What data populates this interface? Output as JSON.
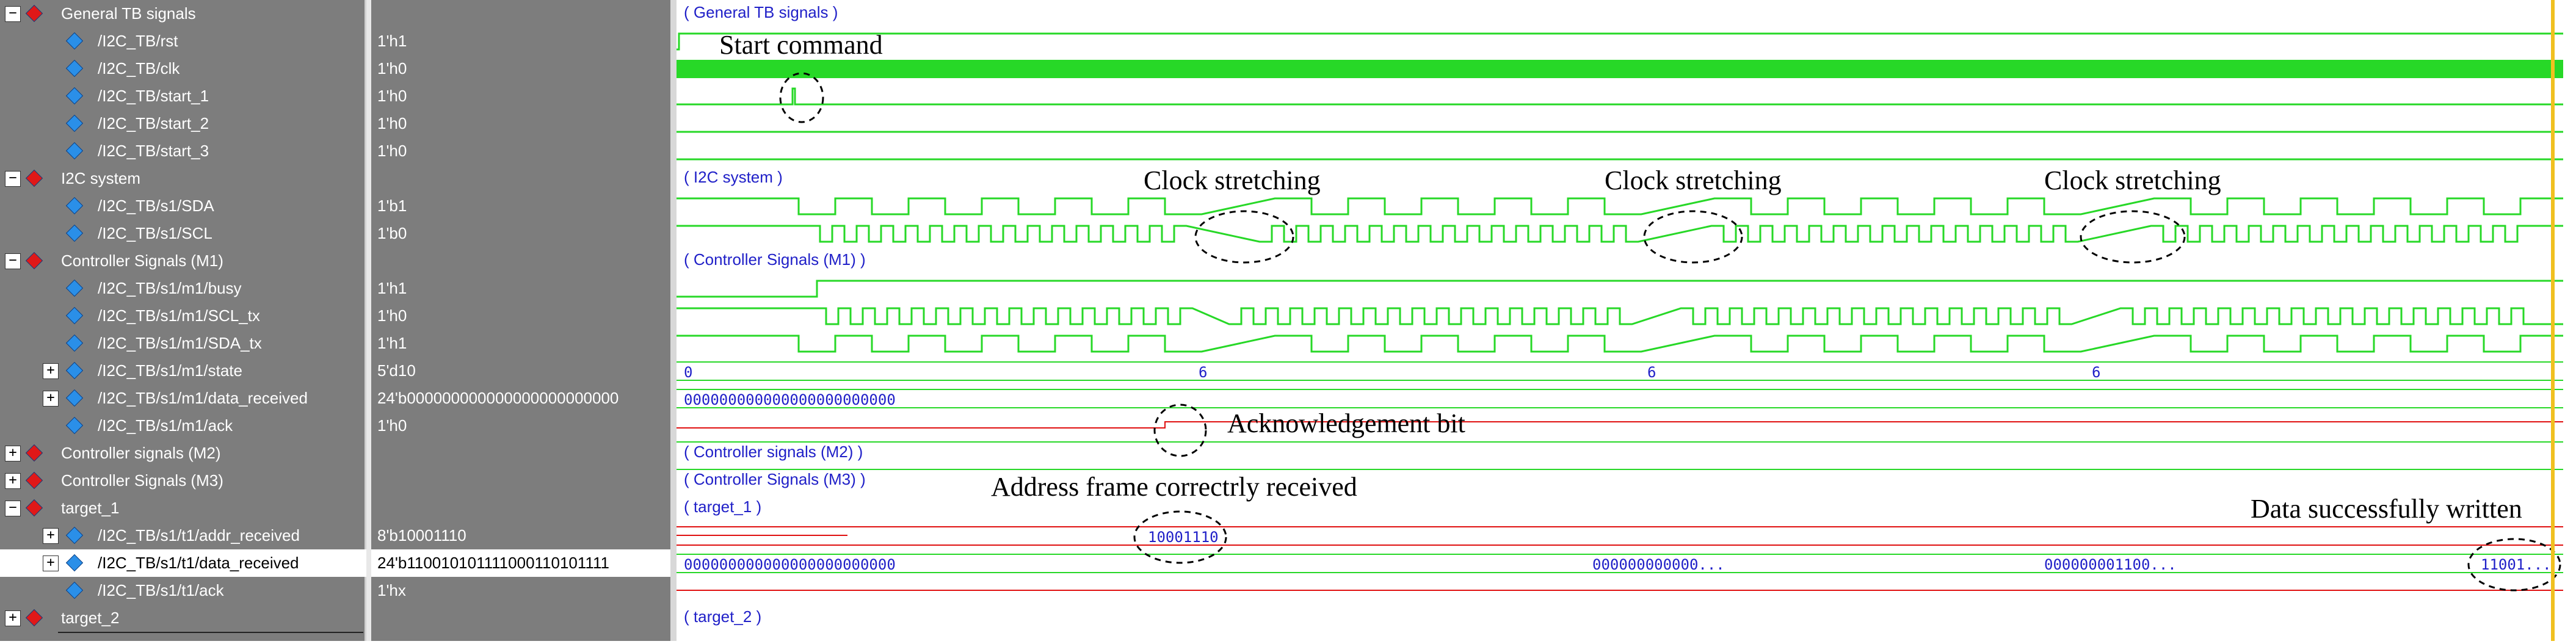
{
  "signals": [
    {
      "name": "General TB signals",
      "value": "",
      "kind": "group",
      "expand": "-"
    },
    {
      "name": "/I2C_TB/rst",
      "value": "1'h1",
      "kind": "sig"
    },
    {
      "name": "/I2C_TB/clk",
      "value": "1'h0",
      "kind": "sig"
    },
    {
      "name": "/I2C_TB/start_1",
      "value": "1'h0",
      "kind": "sig"
    },
    {
      "name": "/I2C_TB/start_2",
      "value": "1'h0",
      "kind": "sig"
    },
    {
      "name": "/I2C_TB/start_3",
      "value": "1'h0",
      "kind": "sig"
    },
    {
      "name": "I2C system",
      "value": "",
      "kind": "group",
      "expand": "-"
    },
    {
      "name": "/I2C_TB/s1/SDA",
      "value": "1'b1",
      "kind": "sig"
    },
    {
      "name": "/I2C_TB/s1/SCL",
      "value": "1'b0",
      "kind": "sig"
    },
    {
      "name": "Controller Signals (M1)",
      "value": "",
      "kind": "group",
      "expand": "-"
    },
    {
      "name": "/I2C_TB/s1/m1/busy",
      "value": "1'h1",
      "kind": "sig"
    },
    {
      "name": "/I2C_TB/s1/m1/SCL_tx",
      "value": "1'h0",
      "kind": "sig"
    },
    {
      "name": "/I2C_TB/s1/m1/SDA_tx",
      "value": "1'h1",
      "kind": "sig"
    },
    {
      "name": "/I2C_TB/s1/m1/state",
      "value": "5'd10",
      "kind": "bus",
      "expand": "+"
    },
    {
      "name": "/I2C_TB/s1/m1/data_received",
      "value": "24'b000000000000000000000000",
      "kind": "bus",
      "expand": "+"
    },
    {
      "name": "/I2C_TB/s1/m1/ack",
      "value": "1'h0",
      "kind": "sig"
    },
    {
      "name": "Controller signals (M2)",
      "value": "",
      "kind": "group",
      "expand": "+"
    },
    {
      "name": "Controller Signals (M3)",
      "value": "",
      "kind": "group",
      "expand": "+"
    },
    {
      "name": "target_1",
      "value": "",
      "kind": "group",
      "expand": "-"
    },
    {
      "name": "/I2C_TB/s1/t1/addr_received",
      "value": "8'b10001110",
      "kind": "bus",
      "expand": "+"
    },
    {
      "name": "/I2C_TB/s1/t1/data_received",
      "value": "24'b110010101111000110101111",
      "kind": "bus",
      "expand": "+",
      "selected": true
    },
    {
      "name": "/I2C_TB/s1/t1/ack",
      "value": "1'hx",
      "kind": "sig"
    },
    {
      "name": "target_2",
      "value": "",
      "kind": "group",
      "expand": "+"
    }
  ],
  "group_labels": {
    "general": "( General TB signals )",
    "i2c": "( I2C system )",
    "m1": "( Controller Signals (M1) )",
    "m2": "( Controller signals (M2) )",
    "m3": "( Controller Signals (M3) )",
    "t1": "( target_1 )",
    "t2": "( target_2 )"
  },
  "bus_values": {
    "state_0": "0",
    "state_6a": "6",
    "state_6b": "6",
    "state_6c": "6",
    "m1_data": "000000000000000000000000",
    "addr": "10001110",
    "t1_data_0": "000000000000000000000000",
    "t1_data_1": "000000000000...",
    "t1_data_2": "000000001100...",
    "t1_data_3": "11001..."
  },
  "annotations": {
    "start": "Start command",
    "clock1": "Clock stretching",
    "clock2": "Clock stretching",
    "clock3": "Clock stretching",
    "ack": "Acknowledgement bit",
    "addr": "Address frame correctrly received",
    "data": "Data successfully written"
  },
  "colors": {
    "signal": "#27d827",
    "red": "#e01010",
    "bus_text": "#2020c8",
    "cursor": "#f0c020",
    "panel": "#7d7d7d"
  }
}
